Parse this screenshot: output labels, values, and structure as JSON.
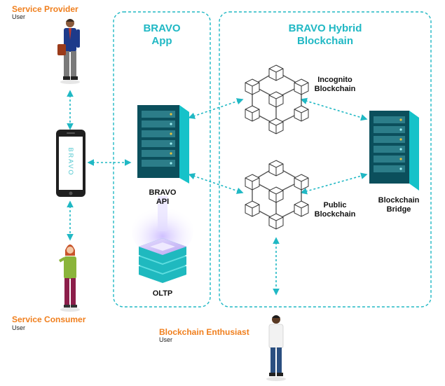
{
  "actors": {
    "provider": {
      "role": "Service Provider",
      "type": "User"
    },
    "consumer": {
      "role": "Service Consumer",
      "type": "User"
    },
    "enthusiast": {
      "role": "Blockchain Enthusiast",
      "type": "User"
    }
  },
  "phone": {
    "brand": "BRAVO"
  },
  "groups": {
    "app": {
      "line1": "BRAVO",
      "line2": "App"
    },
    "hybrid": {
      "line1": "BRAVO Hybrid",
      "line2": "Blockchain"
    }
  },
  "nodes": {
    "api": {
      "line1": "BRAVO",
      "line2": "API"
    },
    "oltp": {
      "label": "OLTP"
    },
    "incognito": {
      "line1": "Incognito",
      "line2": "Blockchain"
    },
    "public": {
      "line1": "Public",
      "line2": "Blockchain"
    },
    "bridge": {
      "line1": "Blockchain",
      "line2": "Bridge"
    }
  },
  "colors": {
    "accent": "#20b8c4",
    "orange": "#f07f1d",
    "server_dark": "#0b4f5c",
    "server_teal": "#16c2c9"
  }
}
